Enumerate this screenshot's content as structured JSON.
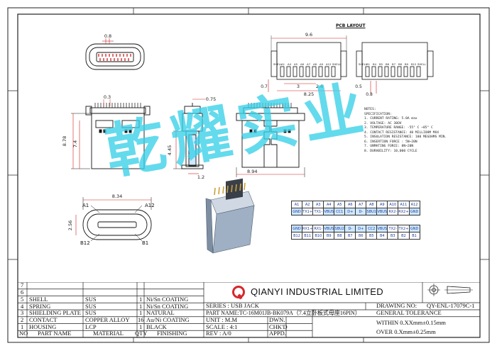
{
  "layout_title": "PCB LAYOUT",
  "dims": {
    "top_pitch": "0.8",
    "side_gap": "0.3",
    "height_left": "8.78",
    "height_inner": "7.4",
    "side_top": "0.75",
    "side_h": "4.45",
    "side_w": "1.2",
    "front_w": "8.94",
    "bottom_w": "8.34",
    "bottom_h": "2.56",
    "pcb_w": "9.6",
    "pcb_a": "0.7",
    "pcb_b": "3",
    "pcb_c": "2.6",
    "pcb_d": "8.25",
    "pcb_r1": "0.5",
    "pcb_r2": "0.8",
    "pin_a1": "A1",
    "pin_a12": "A12",
    "pin_b12": "B12",
    "pin_b1": "B1"
  },
  "pcb_labels": {
    "left": [
      "SHELL",
      "A1",
      "A4",
      "A5",
      "A6",
      "A7",
      "A8",
      "A9",
      "A12",
      "SHELL"
    ],
    "right": [
      "SHELL",
      "B1",
      "B4",
      "B5",
      "B6",
      "B7",
      "B8",
      "B9",
      "B12",
      "SHELL"
    ]
  },
  "notes": [
    "NOTES:",
    "SPECIFICATION:",
    "1. CURRENT RATING: 5.0A max",
    "2. VOLTAGE: AC 30OV",
    "3. TEMPERATURE RANGE: -55° C ~85° C",
    "4. CONTACT RESISTANCE: 40 MILLIOHM MAX",
    "5. INSULATION RESISTANCE: 100 MEGOHMS MIN.",
    "6. INSERTION FORCE : 5N~20N",
    "7. UNMATING FORCE: 8N~20N",
    "8. DURABILITY: 10,000 CYCLE"
  ],
  "pin_table": {
    "row_a": [
      "A1",
      "A2",
      "A3",
      "A4",
      "A5",
      "A6",
      "A7",
      "A8",
      "A9",
      "A10",
      "A11",
      "A12"
    ],
    "row_a_sig": [
      "GND",
      "TX1+",
      "TX1-",
      "VBUS",
      "CC1",
      "D+",
      "D-",
      "SBU1",
      "VBUS",
      "RX2-",
      "RX2+",
      "GND"
    ],
    "row_b_sig": [
      "GND",
      "RX1+",
      "RX1-",
      "VBUS",
      "SBU2",
      "D-",
      "D+",
      "CC2",
      "VBUS",
      "TX2-",
      "TX2+",
      "GND"
    ],
    "row_b": [
      "B12",
      "B11",
      "B10",
      "B9",
      "B8",
      "B7",
      "B6",
      "B5",
      "B4",
      "B3",
      "B2",
      "B1"
    ]
  },
  "watermark": "乾耀实业",
  "title_block": {
    "rows": [
      {
        "no": "7",
        "part": "",
        "material": "",
        "qty": "",
        "finish": ""
      },
      {
        "no": "6",
        "part": "",
        "material": "",
        "qty": "",
        "finish": ""
      },
      {
        "no": "5",
        "part": "SHELL",
        "material": "SUS",
        "qty": "1",
        "finish": "Ni/Sn COATING"
      },
      {
        "no": "4",
        "part": "SPRING",
        "material": "SUS",
        "qty": "1",
        "finish": "Ni/Sn COATING"
      },
      {
        "no": "3",
        "part": "SHIELDING PLATE",
        "material": "SUS",
        "qty": "1",
        "finish": "NATURAL"
      },
      {
        "no": "2",
        "part": "CONTACT",
        "material": "COPPER ALLOY",
        "qty": "16",
        "finish": "Au/Ni COATING"
      },
      {
        "no": "1",
        "part": "HOUSING",
        "material": "LCP",
        "qty": "1",
        "finish": "BLACK"
      }
    ],
    "header": {
      "no": "NO",
      "part": "PART NAME",
      "material": "MATERIAL",
      "qty": "QTY",
      "finish": "FINISHING"
    },
    "company": "QIANYI INDUSTRIAL LIMITED",
    "series": "SERIES : USB JACK",
    "part_name": "PART NAME:TC-16M01JB-BK079A（7.4立卧板式母座16PIN）",
    "unit": "UNIT : M.M",
    "scale": "SCALE : 4:1",
    "rev": "REV  : A/0",
    "dwn": "DWN.",
    "chkd": "CHK'D",
    "appd": "APPD.",
    "drawing_no_label": "DRAWING NO:",
    "drawing_no": "QY-ENL-17079C-1",
    "general_tolerance": "GENERAL TOLERANCE",
    "tol_within": "WITHIN 0.XXmm±0.15mm",
    "tol_over": "OVER   0.Xmm±0.25mm"
  }
}
